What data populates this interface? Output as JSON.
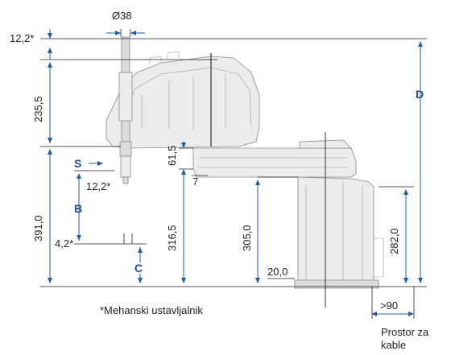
{
  "dimensions": {
    "shaft_diameter": "Ø38",
    "top_stop": "12,2*",
    "upper_height": "235,5",
    "total_lower": "391,0",
    "stroke_stop": "12,2*",
    "bottom_stop": "4,2*",
    "arm_thickness": "61,5",
    "offset_small": "7",
    "arm_height": "316,5",
    "base_height": "305,0",
    "base_flange": "20,0",
    "base_top": "282,0",
    "cable_space": ">90"
  },
  "letters": {
    "s": "S",
    "b": "B",
    "c": "C",
    "d": "D"
  },
  "notes": {
    "mechanical_stop": "*Mehanski ustavljalnik",
    "cable_line1": "Prostor za",
    "cable_line2": "kable"
  },
  "colors": {
    "dimension_blue": "#1f5fa8",
    "letter_blue": "#1f4e96",
    "robot_gray": "#ececec"
  }
}
